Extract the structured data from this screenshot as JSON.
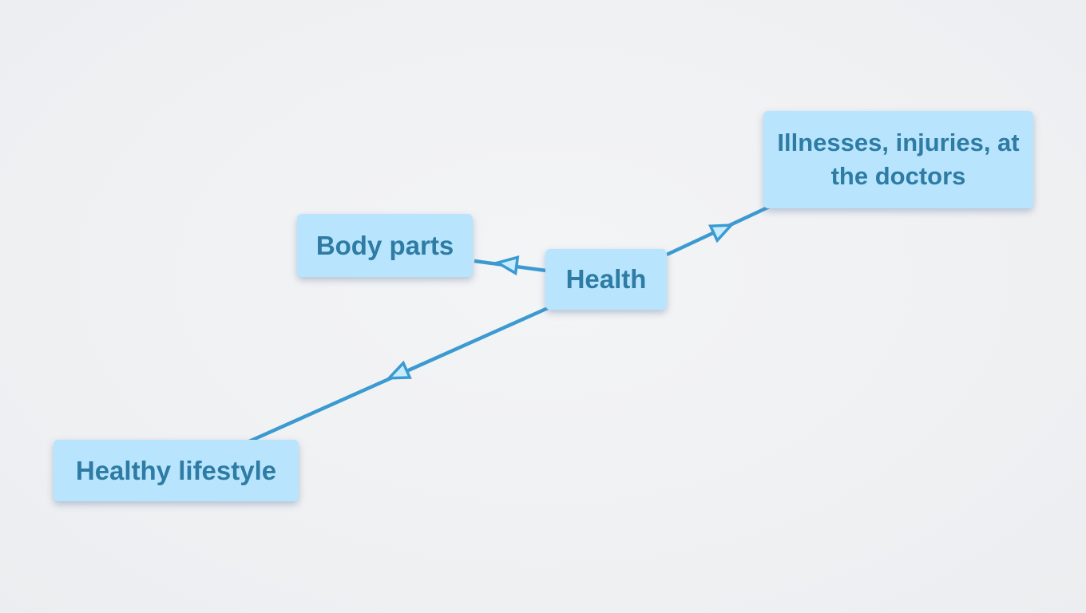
{
  "diagram": {
    "type": "mindmap",
    "root": "Health",
    "nodes": [
      {
        "id": "health",
        "label": "Health"
      },
      {
        "id": "body-parts",
        "label": "Body parts"
      },
      {
        "id": "illnesses",
        "label": "Illnesses, injuries, at the doctors"
      },
      {
        "id": "healthy-lifestyle",
        "label": "Healthy lifestyle"
      }
    ],
    "edges": [
      {
        "from": "Health",
        "to": "Body parts"
      },
      {
        "from": "Health",
        "to": "Illnesses, injuries, at the doctors"
      },
      {
        "from": "Health",
        "to": "Healthy lifestyle"
      }
    ],
    "colors": {
      "background": "#f0f1f3",
      "node_fill": "#b8e5fd",
      "node_text": "#2e7ba4",
      "line": "#3b9ad1",
      "arrow_fill": "#c6ecfe"
    }
  }
}
